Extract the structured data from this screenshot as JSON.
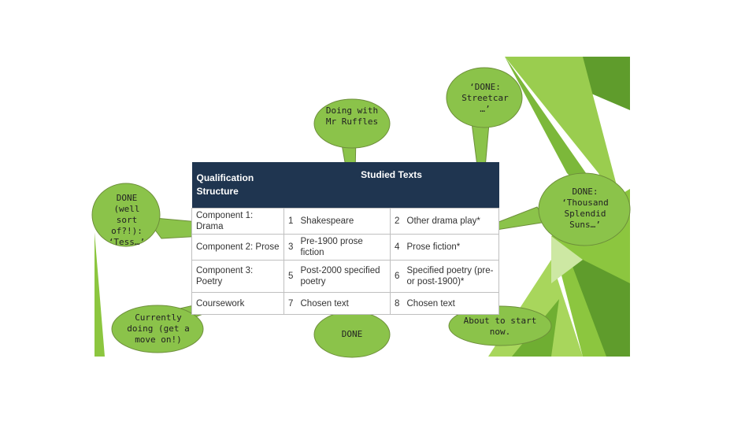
{
  "colors": {
    "bubble_green": "#8bc34a",
    "bubble_border": "#6d8f3a",
    "table_header": "#1f3550",
    "accent_green": "#76b82a"
  },
  "table": {
    "header_col1": "Qualification Structure",
    "header_col2": "Studied Texts",
    "rows": [
      {
        "component": "Component 1: Drama",
        "n1": "1",
        "t1": "Shakespeare",
        "n2": "2",
        "t2": "Other drama play*"
      },
      {
        "component": "Component 2: Prose",
        "n1": "3",
        "t1": "Pre-1900 prose fiction",
        "n2": "4",
        "t2": "Prose fiction*"
      },
      {
        "component": "Component 3: Poetry",
        "n1": "5",
        "t1": "Post-2000 specified poetry",
        "n2": "6",
        "t2": "Specified poetry (pre- or post-1900)*"
      },
      {
        "component": "Coursework",
        "n1": "7",
        "t1": "Chosen text",
        "n2": "8",
        "t2": "Chosen text"
      }
    ]
  },
  "bubbles": {
    "mr_ruffles": "Doing with Mr Ruffles",
    "streetcar": "‘DONE: Streetcar …’",
    "tess": "DONE (well sort of?!): ‘Tess…’",
    "thousand_suns": "DONE: ‘Thousand Splendid Suns…’",
    "coursework": "Currently doing (get a move on!)",
    "poetry": "DONE",
    "specified_poetry": "About to start now."
  }
}
